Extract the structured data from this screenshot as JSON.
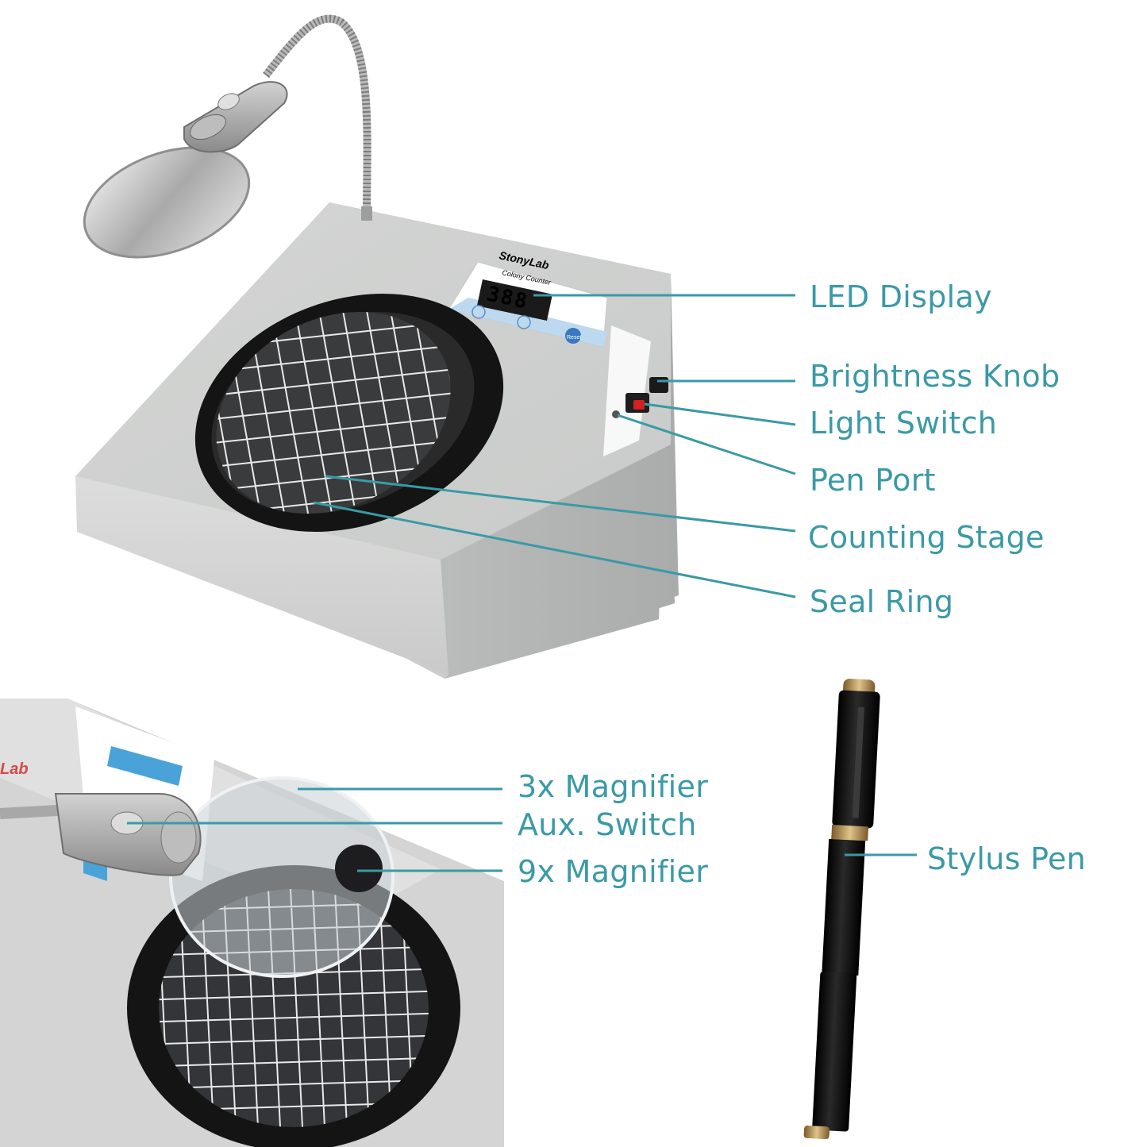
{
  "colors": {
    "callout_text": "#3a9aa6",
    "leader_line": "#3a9aa6",
    "device_body": "#d8d9d8",
    "ring": "#141414",
    "led_digits": "#ff3030"
  },
  "device": {
    "brand": "StonyLab",
    "model": "Colony Counter",
    "led_readout": "388",
    "reset_label": "Reset"
  },
  "callouts": {
    "top": [
      "LED Display",
      "Brightness Knob",
      "Light Switch",
      "Pen Port",
      "Counting Stage",
      "Seal Ring"
    ],
    "bottom_left": [
      "3x Magnifier",
      "Aux. Switch",
      "9x Magnifier"
    ],
    "bottom_right": [
      "Stylus Pen"
    ]
  }
}
